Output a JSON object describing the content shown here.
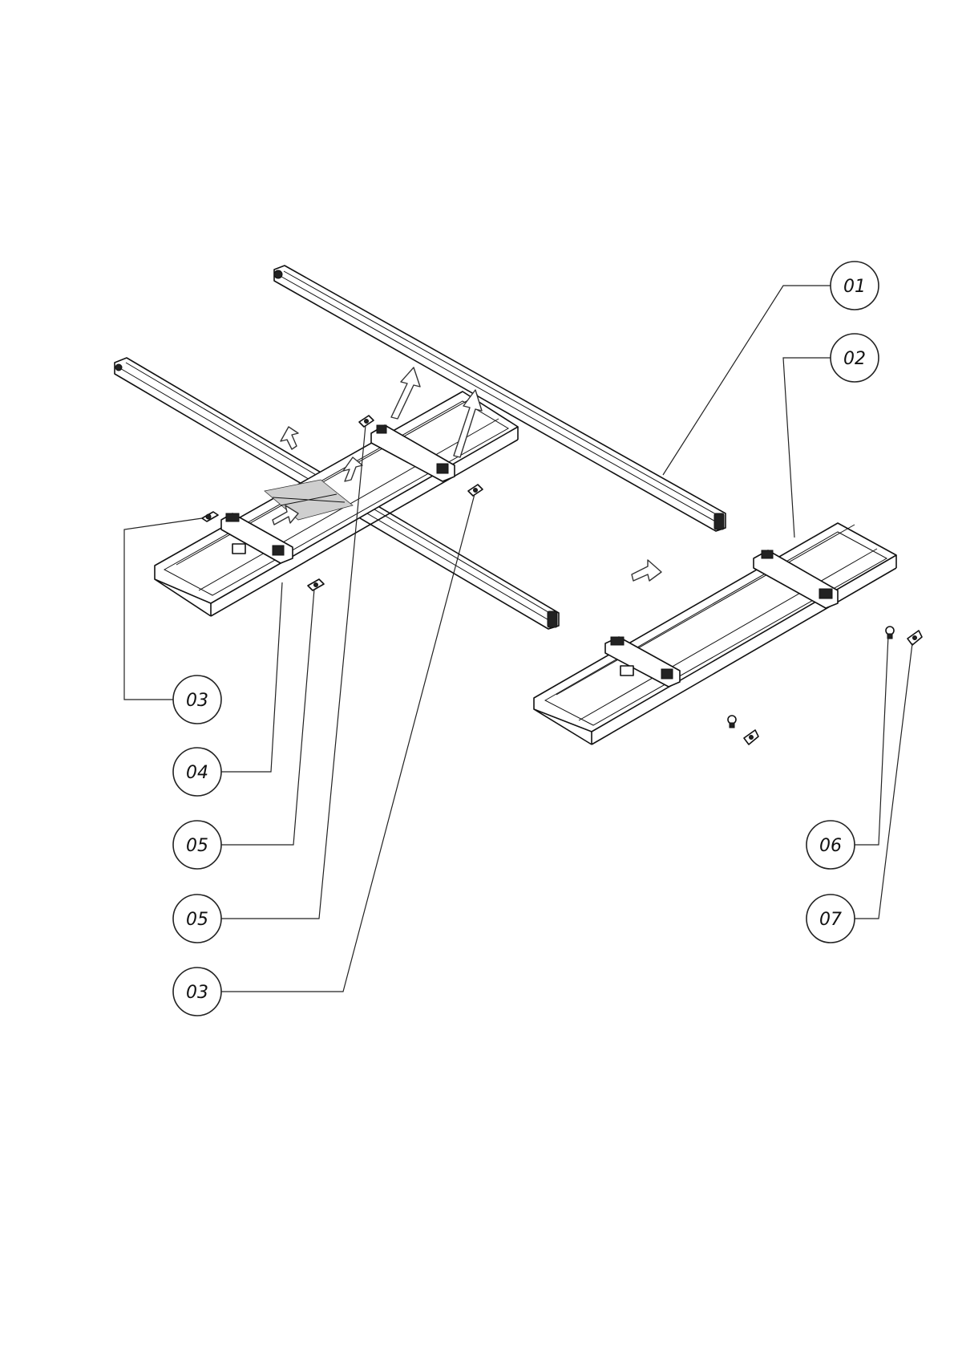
{
  "callouts": {
    "c01": "01",
    "c02": "02",
    "c03a": "03",
    "c04": "04",
    "c05a": "05",
    "c05b": "05",
    "c03b": "03",
    "c06": "06",
    "c07": "07"
  },
  "colors": {
    "line": "#111111",
    "paper": "#ffffff",
    "hatch": "#cfcfcf"
  }
}
